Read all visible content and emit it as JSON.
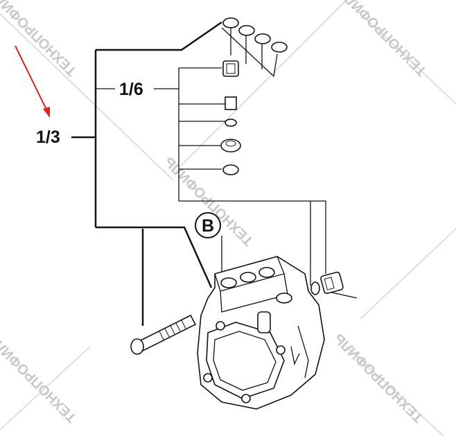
{
  "diagram": {
    "labels": {
      "assembly": "1/3",
      "subassembly": "1/6",
      "callout": "B"
    },
    "watermark": "ТЕХНОПРОФИЛЬ",
    "colors": {
      "arrow": "#e02020",
      "lines": "#111111",
      "watermark": "#c8c8c8"
    }
  }
}
